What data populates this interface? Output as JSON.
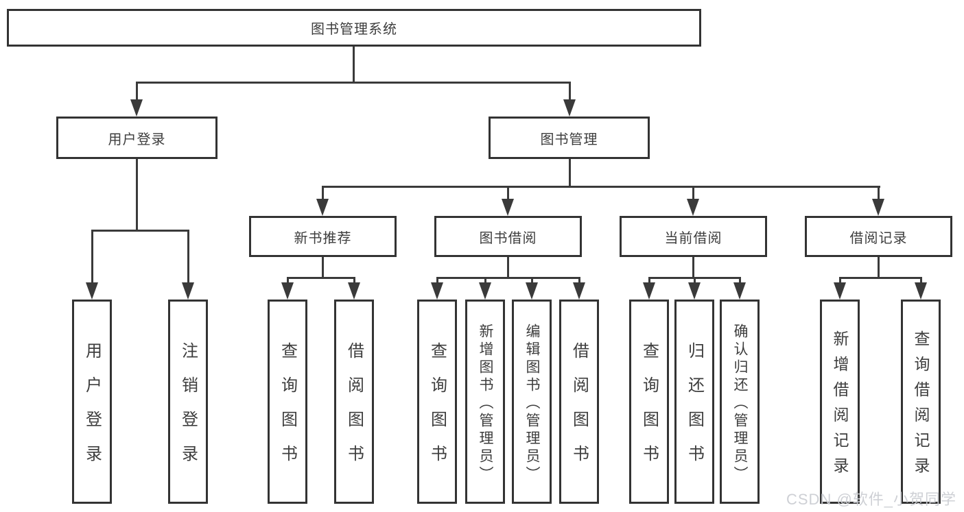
{
  "diagram": {
    "root": {
      "label": "图书管理系统"
    },
    "level2": [
      {
        "label": "用户登录"
      },
      {
        "label": "图书管理"
      }
    ],
    "level3": [
      {
        "label": "新书推荐"
      },
      {
        "label": "图书借阅"
      },
      {
        "label": "当前借阅"
      },
      {
        "label": "借阅记录"
      }
    ],
    "leaves": {
      "user_login": [
        {
          "label": "用户登录"
        },
        {
          "label": "注销登录"
        }
      ],
      "new_book": [
        {
          "label": "查询图书"
        },
        {
          "label": "借阅图书"
        }
      ],
      "book_borrow": [
        {
          "label": "查询图书"
        },
        {
          "label": "新增图书（管理员）"
        },
        {
          "label": "编辑图书（管理员）"
        },
        {
          "label": "借阅图书"
        }
      ],
      "current_borrow": [
        {
          "label": "查询图书"
        },
        {
          "label": "归还图书"
        },
        {
          "label": "确认归还（管理员）"
        }
      ],
      "records": [
        {
          "label": "新增借阅记录"
        },
        {
          "label": "查询借阅记录"
        }
      ]
    }
  },
  "watermark": "CSDN @软件_小贺同学",
  "colors": {
    "line": "#3a3a3a",
    "text": "#3d3d3d",
    "background": "#ffffff",
    "watermark": "#cbced3"
  }
}
